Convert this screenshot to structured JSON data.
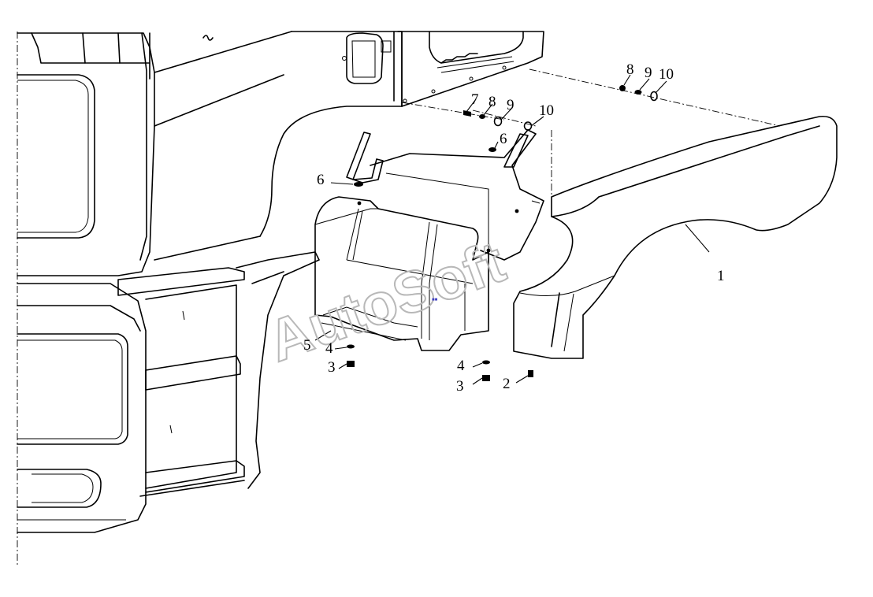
{
  "watermark": "AutoSoft",
  "part_labels": [
    {
      "id": "label-1",
      "text": "1"
    },
    {
      "id": "label-2",
      "text": "2"
    },
    {
      "id": "label-3a",
      "text": "3"
    },
    {
      "id": "label-3b",
      "text": "3"
    },
    {
      "id": "label-4a",
      "text": "4"
    },
    {
      "id": "label-4b",
      "text": "4"
    },
    {
      "id": "label-5",
      "text": "5"
    },
    {
      "id": "label-6a",
      "text": "6"
    },
    {
      "id": "label-6b",
      "text": "6"
    },
    {
      "id": "label-7",
      "text": "7"
    },
    {
      "id": "label-8a",
      "text": "8"
    },
    {
      "id": "label-9a",
      "text": "9"
    },
    {
      "id": "label-10a",
      "text": "10"
    },
    {
      "id": "label-8b",
      "text": "8"
    },
    {
      "id": "label-9b",
      "text": "9"
    },
    {
      "id": "label-10b",
      "text": "10"
    }
  ]
}
